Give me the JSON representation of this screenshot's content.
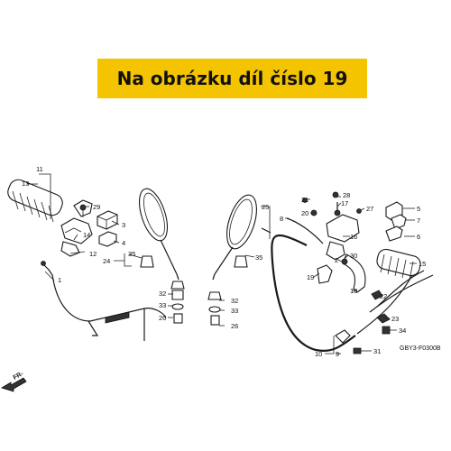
{
  "banner": {
    "text": "Na obrázku díl číslo 19",
    "color": "#f5c400"
  },
  "diagram_code": "GBY3-F0300B",
  "direction_label": "FR-",
  "labels": {
    "l1": "1",
    "l2": "2",
    "l4": "4",
    "l5": "5",
    "l6": "6",
    "l7": "7",
    "l8": "8",
    "l9": "9",
    "l10": "10",
    "l11": "11",
    "l12": "12",
    "l13": "13",
    "l14": "14",
    "l15": "15",
    "l16": "16",
    "l17": "17",
    "l18": "18",
    "l19": "19",
    "l20": "20",
    "l21": "21",
    "l22": "22",
    "l23": "23",
    "l24": "24",
    "l25": "25",
    "l26a": "26",
    "l26b": "26",
    "l27": "27",
    "l28": "28",
    "l29": "29",
    "l30": "30",
    "l31": "31",
    "l32a": "32",
    "l32b": "32",
    "l33a": "33",
    "l33b": "33",
    "l34": "34",
    "l35a": "35",
    "l35b": "35",
    "l3": "3"
  }
}
